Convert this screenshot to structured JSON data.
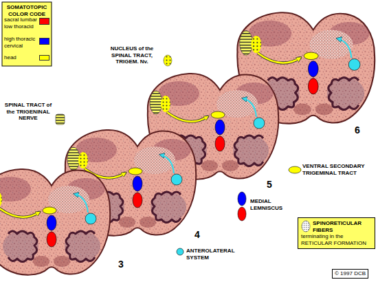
{
  "diagram": {
    "nodes": [
      {
        "text": [
          "SPINORETICULAR FIBERS",
          "terminating in the RETICULAR FORMATION"
        ]
      }
    ],
    "labels": [
      "SOMATOTOPIC COLOR CODE",
      "NUCLEUS of the SPINAL TRACT, TRIGEM. Nv.",
      "SPINAL TRACT of the TRIGENINAL NERVE",
      "VENTRAL SECONDARY TRIGEMINAL TRACT",
      "MEDIAL LEMNISCUS",
      "ANTEROLATERAL SYSTEM",
      "3",
      "4",
      "5",
      "6",
      "© 1997 DCB"
    ],
    "legend": [
      {
        "text": "sacral lumbar low thoracid",
        "color": "#ff0000"
      },
      {
        "text": "high thoracic cervical",
        "color": "#0000ff"
      },
      {
        "text": "head",
        "color": "#ffff00"
      }
    ]
  }
}
